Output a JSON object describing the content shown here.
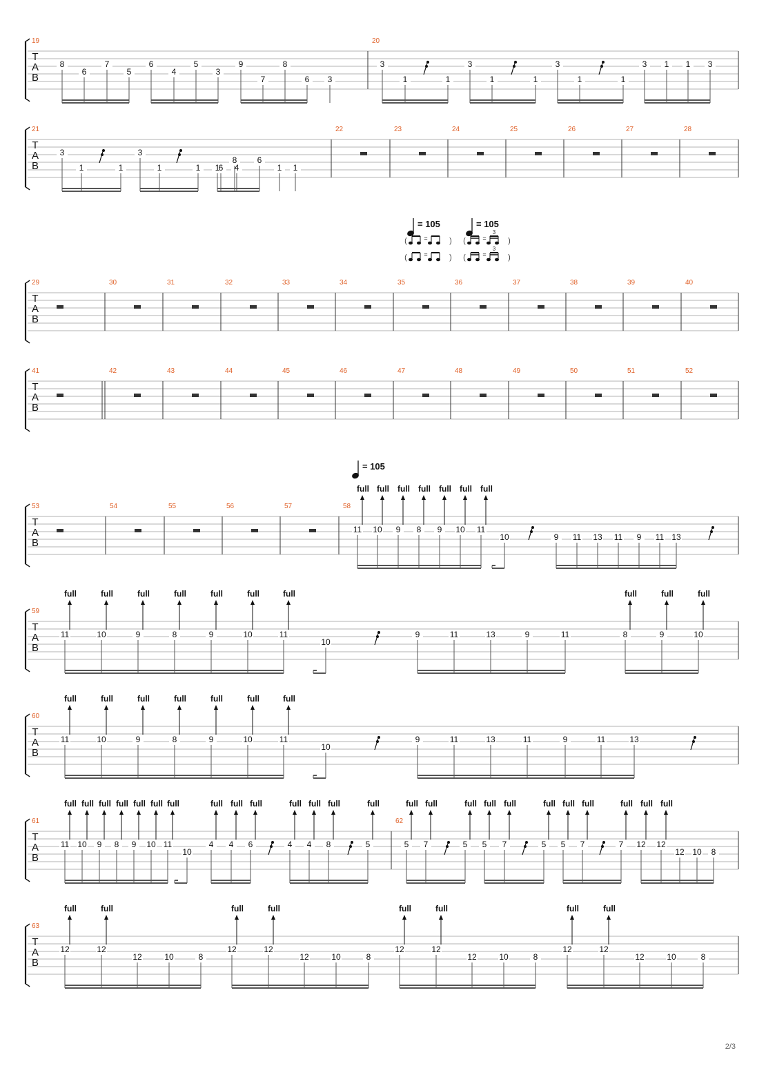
{
  "page": {
    "number": "2/3"
  },
  "tab_clef": [
    "T",
    "A",
    "B"
  ],
  "tempo_markings": [
    {
      "beat": "♩",
      "value": "= 105",
      "system": 3,
      "measure": 36,
      "swing": true
    },
    {
      "beat": "♩",
      "value": "= 105",
      "system": 3,
      "measure": 37,
      "swing": true,
      "tuplet": "3"
    },
    {
      "beat": "♩",
      "value": "= 105",
      "system": 5,
      "measure": 58
    }
  ],
  "bend_label": "full",
  "systems": [
    {
      "measures": [
        {
          "number": "19",
          "notes": [
            {
              "s": 1,
              "f": "8"
            },
            {
              "s": 2,
              "f": "6"
            },
            {
              "s": 1,
              "f": "7"
            },
            {
              "s": 2,
              "f": "5"
            },
            {
              "s": 1,
              "f": "6"
            },
            {
              "s": 2,
              "f": "4"
            },
            {
              "s": 1,
              "f": "5"
            },
            {
              "s": 2,
              "f": "3"
            },
            {
              "s": 1,
              "f": "9"
            },
            {
              "s": 3,
              "f": "7"
            },
            {
              "s": 1,
              "f": "8"
            },
            {
              "s": 3,
              "f": "6"
            },
            {
              "s": 3,
              "f": "3"
            }
          ]
        },
        {
          "number": "20",
          "notes": [
            {
              "s": 1,
              "f": "3"
            },
            {
              "s": 3,
              "f": "1"
            },
            {
              "rest": true
            },
            {
              "s": 3,
              "f": "1"
            },
            {
              "s": 1,
              "f": "3"
            },
            {
              "s": 3,
              "f": "1"
            },
            {
              "rest": true
            },
            {
              "s": 3,
              "f": "1"
            },
            {
              "s": 1,
              "f": "3"
            },
            {
              "s": 3,
              "f": "1"
            },
            {
              "rest": true
            },
            {
              "s": 3,
              "f": "1"
            },
            {
              "s": 1,
              "f": "3"
            },
            {
              "s": 1,
              "f": "1"
            },
            {
              "s": 1,
              "f": "1"
            },
            {
              "s": 1,
              "f": "3"
            }
          ]
        }
      ]
    },
    {
      "measures": [
        {
          "number": "21",
          "notes": [
            {
              "s": 1,
              "f": "3"
            },
            {
              "s": 3,
              "f": "1"
            },
            {
              "rest": true
            },
            {
              "s": 3,
              "f": "1"
            },
            {
              "s": 1,
              "f": "3"
            },
            {
              "s": 3,
              "f": "1"
            },
            {
              "rest": true
            },
            {
              "s": 3,
              "f": "1"
            },
            {
              "s": 3,
              "f": "1"
            },
            {
              "s": 3,
              "f": "4"
            },
            {
              "s": 2,
              "f": "6"
            },
            {
              "s": 3,
              "f": "1"
            },
            {
              "s": 3,
              "f": "1"
            },
            {
              "s": 3,
              "f": "6"
            },
            {
              "s": 2,
              "f": "8"
            }
          ]
        },
        {
          "number": "22",
          "rest": true
        },
        {
          "number": "23",
          "rest": true
        },
        {
          "number": "24",
          "rest": true
        },
        {
          "number": "25",
          "rest": true
        },
        {
          "number": "26",
          "rest": true
        },
        {
          "number": "27",
          "rest": true
        },
        {
          "number": "28",
          "rest": true
        }
      ]
    },
    {
      "measures": [
        {
          "number": "29",
          "rest": true
        },
        {
          "number": "30",
          "rest": true
        },
        {
          "number": "31",
          "rest": true
        },
        {
          "number": "32",
          "rest": true
        },
        {
          "number": "33",
          "rest": true
        },
        {
          "number": "34",
          "rest": true
        },
        {
          "number": "35",
          "rest": true
        },
        {
          "number": "36",
          "rest": true
        },
        {
          "number": "37",
          "rest": true
        },
        {
          "number": "38",
          "rest": true
        },
        {
          "number": "39",
          "rest": true
        },
        {
          "number": "40",
          "rest": true
        }
      ]
    },
    {
      "measures": [
        {
          "number": "41",
          "rest": true
        },
        {
          "number": "42",
          "rest": true
        },
        {
          "number": "43",
          "rest": true
        },
        {
          "number": "44",
          "rest": true
        },
        {
          "number": "45",
          "rest": true
        },
        {
          "number": "46",
          "rest": true
        },
        {
          "number": "47",
          "rest": true
        },
        {
          "number": "48",
          "rest": true
        },
        {
          "number": "49",
          "rest": true
        },
        {
          "number": "50",
          "rest": true
        },
        {
          "number": "51",
          "rest": true
        },
        {
          "number": "52",
          "rest": true
        }
      ]
    },
    {
      "measures": [
        {
          "number": "53",
          "rest": true
        },
        {
          "number": "54",
          "rest": true
        },
        {
          "number": "55",
          "rest": true
        },
        {
          "number": "56",
          "rest": true
        },
        {
          "number": "57",
          "rest": true
        },
        {
          "number": "58",
          "notes": [
            {
              "s": 1,
              "f": "11",
              "bend": true
            },
            {
              "s": 1,
              "f": "10",
              "bend": true
            },
            {
              "s": 1,
              "f": "9",
              "bend": true
            },
            {
              "s": 1,
              "f": "8",
              "bend": true
            },
            {
              "s": 1,
              "f": "9",
              "bend": true
            },
            {
              "s": 1,
              "f": "10",
              "bend": true
            },
            {
              "s": 1,
              "f": "11",
              "bend": true
            },
            {
              "s": 2,
              "f": "10"
            },
            {
              "rest": true
            },
            {
              "s": 2,
              "f": "9"
            },
            {
              "s": 2,
              "f": "11"
            },
            {
              "s": 2,
              "f": "13"
            },
            {
              "s": 2,
              "f": "11"
            },
            {
              "s": 2,
              "f": "9"
            },
            {
              "s": 2,
              "f": "11"
            },
            {
              "s": 2,
              "f": "13"
            },
            {
              "rest": true
            }
          ]
        }
      ]
    },
    {
      "measures": [
        {
          "number": "59",
          "notes": [
            {
              "s": 1,
              "f": "11",
              "bend": true
            },
            {
              "s": 1,
              "f": "10",
              "bend": true
            },
            {
              "s": 1,
              "f": "9",
              "bend": true
            },
            {
              "s": 1,
              "f": "8",
              "bend": true
            },
            {
              "s": 1,
              "f": "9",
              "bend": true
            },
            {
              "s": 1,
              "f": "10",
              "bend": true
            },
            {
              "s": 1,
              "f": "11",
              "bend": true
            },
            {
              "s": 2,
              "f": "10"
            },
            {
              "rest": true
            },
            {
              "s": 1,
              "f": "9"
            },
            {
              "s": 1,
              "f": "11"
            },
            {
              "s": 1,
              "f": "13"
            },
            {
              "s": 1,
              "f": "9"
            },
            {
              "s": 1,
              "f": "11"
            },
            {
              "s": 1,
              "f": "8",
              "bend": true
            },
            {
              "s": 1,
              "f": "9",
              "bend": true
            },
            {
              "s": 1,
              "f": "10",
              "bend": true
            }
          ]
        }
      ]
    },
    {
      "measures": [
        {
          "number": "60",
          "notes": [
            {
              "s": 1,
              "f": "11",
              "bend": true
            },
            {
              "s": 1,
              "f": "10",
              "bend": true
            },
            {
              "s": 1,
              "f": "9",
              "bend": true
            },
            {
              "s": 1,
              "f": "8",
              "bend": true
            },
            {
              "s": 1,
              "f": "9",
              "bend": true
            },
            {
              "s": 1,
              "f": "10",
              "bend": true
            },
            {
              "s": 1,
              "f": "11",
              "bend": true
            },
            {
              "s": 2,
              "f": "10"
            },
            {
              "rest": true
            },
            {
              "s": 1,
              "f": "9"
            },
            {
              "s": 1,
              "f": "11"
            },
            {
              "s": 1,
              "f": "13"
            },
            {
              "s": 1,
              "f": "11"
            },
            {
              "s": 1,
              "f": "9"
            },
            {
              "s": 1,
              "f": "11"
            },
            {
              "s": 1,
              "f": "13"
            },
            {
              "rest": true
            }
          ]
        }
      ]
    },
    {
      "measures": [
        {
          "number": "61",
          "notes": [
            {
              "s": 1,
              "f": "11",
              "bend": true
            },
            {
              "s": 1,
              "f": "10",
              "bend": true
            },
            {
              "s": 1,
              "f": "9",
              "bend": true
            },
            {
              "s": 1,
              "f": "8",
              "bend": true
            },
            {
              "s": 1,
              "f": "9",
              "bend": true
            },
            {
              "s": 1,
              "f": "10",
              "bend": true
            },
            {
              "s": 1,
              "f": "11",
              "bend": true
            },
            {
              "s": 2,
              "f": "10"
            },
            {
              "s": 1,
              "f": "4",
              "bend": true
            },
            {
              "s": 1,
              "f": "4",
              "bend": true
            },
            {
              "s": 1,
              "f": "6",
              "bend": true
            },
            {
              "rest": true
            },
            {
              "s": 1,
              "f": "4",
              "bend": true
            },
            {
              "s": 1,
              "f": "4",
              "bend": true
            },
            {
              "s": 1,
              "f": "8",
              "bend": true
            },
            {
              "rest": true
            },
            {
              "s": 1,
              "f": "5",
              "bend": true
            }
          ]
        },
        {
          "number": "62",
          "notes": [
            {
              "s": 1,
              "f": "5",
              "bend": true
            },
            {
              "s": 1,
              "f": "7",
              "bend": true
            },
            {
              "rest": true
            },
            {
              "s": 1,
              "f": "5",
              "bend": true
            },
            {
              "s": 1,
              "f": "5",
              "bend": true
            },
            {
              "s": 1,
              "f": "7",
              "bend": true
            },
            {
              "rest": true
            },
            {
              "s": 1,
              "f": "5",
              "bend": true
            },
            {
              "s": 1,
              "f": "5",
              "bend": true
            },
            {
              "s": 1,
              "f": "7",
              "bend": true
            },
            {
              "rest": true
            },
            {
              "s": 1,
              "f": "7",
              "bend": true
            },
            {
              "s": 1,
              "f": "12",
              "bend": true
            },
            {
              "s": 1,
              "f": "12",
              "bend": true
            },
            {
              "s": 2,
              "f": "12"
            },
            {
              "s": 2,
              "f": "10"
            },
            {
              "s": 2,
              "f": "8"
            }
          ]
        }
      ]
    },
    {
      "measures": [
        {
          "number": "63",
          "notes": [
            {
              "s": 1,
              "f": "12",
              "bend": true
            },
            {
              "s": 1,
              "f": "12",
              "bend": true
            },
            {
              "s": 2,
              "f": "12"
            },
            {
              "s": 2,
              "f": "10"
            },
            {
              "s": 2,
              "f": "8"
            },
            {
              "s": 1,
              "f": "12",
              "bend": true
            },
            {
              "s": 1,
              "f": "12",
              "bend": true
            },
            {
              "s": 2,
              "f": "12"
            },
            {
              "s": 2,
              "f": "10"
            },
            {
              "s": 2,
              "f": "8"
            },
            {
              "s": 1,
              "f": "12",
              "bend": true
            },
            {
              "s": 1,
              "f": "12",
              "bend": true
            },
            {
              "s": 2,
              "f": "12"
            },
            {
              "s": 2,
              "f": "10"
            },
            {
              "s": 2,
              "f": "8"
            },
            {
              "s": 1,
              "f": "12",
              "bend": true
            },
            {
              "s": 1,
              "f": "12",
              "bend": true
            },
            {
              "s": 2,
              "f": "12"
            },
            {
              "s": 2,
              "f": "10"
            },
            {
              "s": 2,
              "f": "8"
            }
          ]
        }
      ]
    }
  ]
}
